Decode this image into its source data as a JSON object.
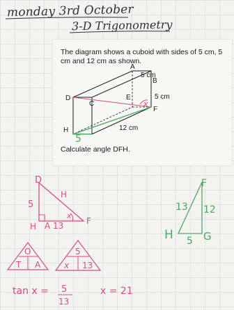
{
  "notebook": {
    "date": "monday 3rd October",
    "topic": "3-D Trigonometry"
  },
  "worksheet": {
    "question": "The diagram shows a cuboid with sides of 5 cm, 5 cm and 12 cm as shown.",
    "instruction": "Calculate angle DFH.",
    "diagram": {
      "vertices": {
        "A": "A",
        "B": "B",
        "C": "C",
        "D": "D",
        "E": "E",
        "F": "F",
        "H": "H"
      },
      "edges": {
        "ab": "5 cm",
        "bf": "5 cm",
        "hf": "12 cm"
      },
      "annotations": {
        "angle": "x",
        "edge": "5"
      }
    }
  },
  "working": {
    "triangle1": {
      "top": "D",
      "hyp": "H",
      "left": "5",
      "angle": "x",
      "corner": "H",
      "base": "A 13",
      "right": "F"
    },
    "triangle2": {
      "top": "F",
      "hyp": "13",
      "side": "12",
      "left": "H",
      "base": "5",
      "right": "G"
    },
    "soh": {
      "top": "O",
      "left": "T",
      "right": "A"
    },
    "sub": {
      "top": "5",
      "left": "x",
      "right": "13"
    },
    "equation": {
      "lhs": "tan x =",
      "num": "5",
      "den": "13",
      "result": "x = 21"
    }
  },
  "colors": {
    "ink": "#2f2f38",
    "pink": "#d24f7a",
    "green": "#4fa765",
    "grid": "#c9c9d2"
  }
}
